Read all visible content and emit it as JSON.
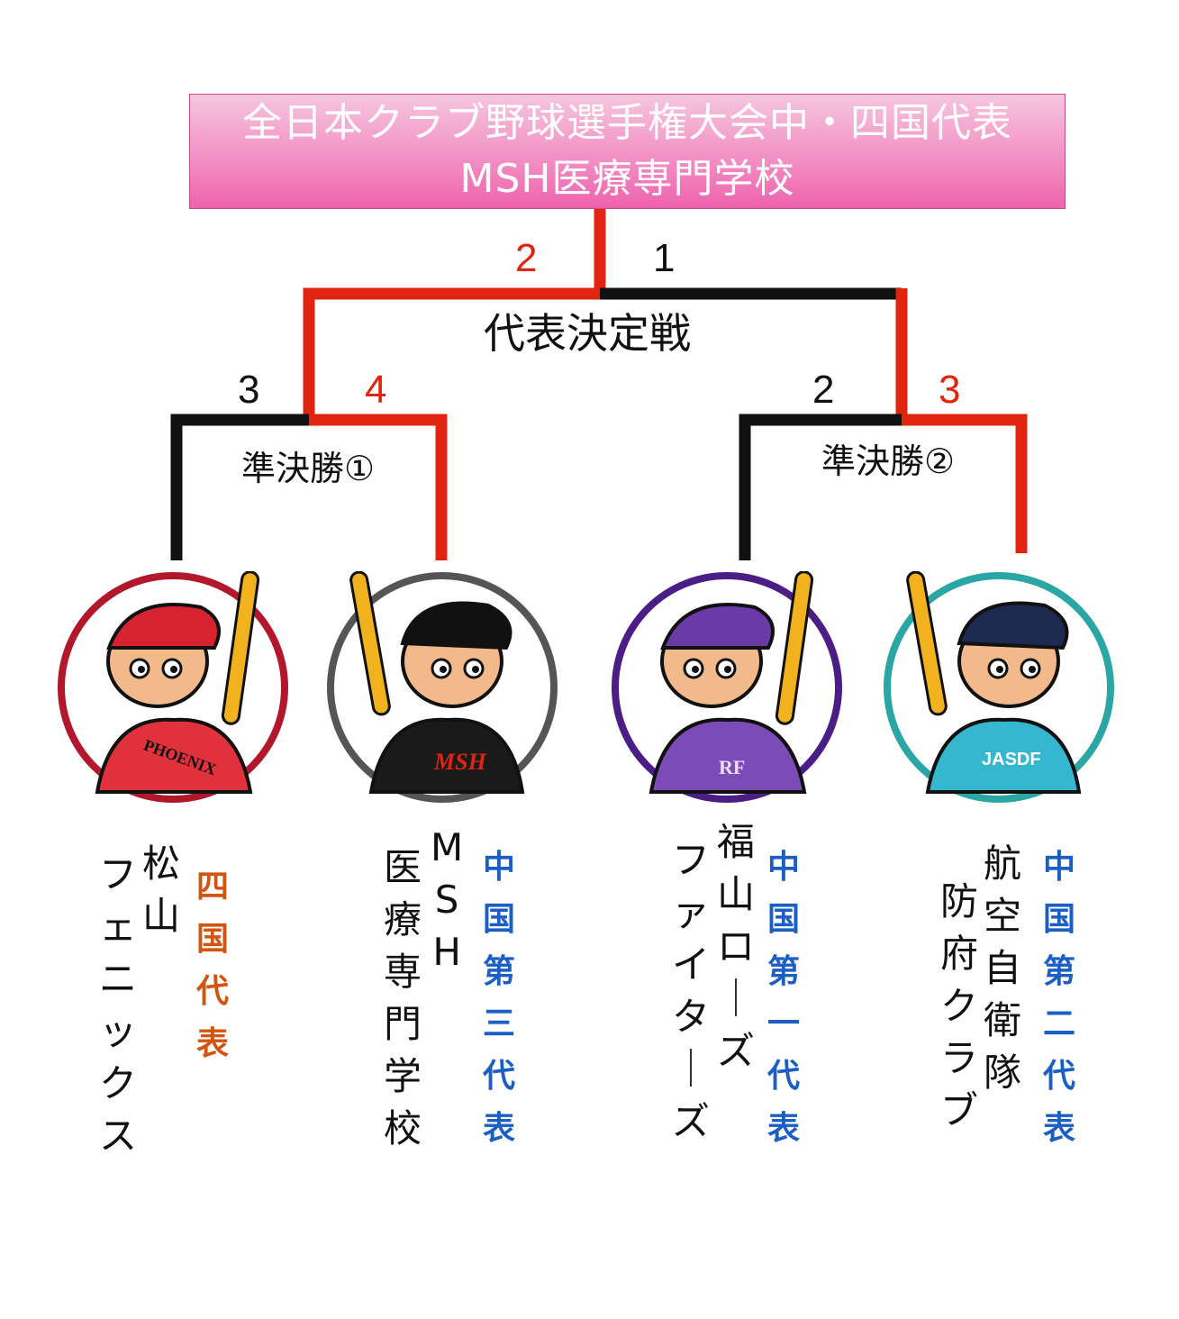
{
  "banner": {
    "line1": "全日本クラブ野球選手権大会中・四国代表",
    "line2": "MSH医療専門学校"
  },
  "rounds": {
    "final": "代表決定戦",
    "semi1": "準決勝①",
    "semi2": "準決勝②"
  },
  "scores": {
    "final_left": "2",
    "final_right": "1",
    "semi1_left": "3",
    "semi1_right": "4",
    "semi2_left": "2",
    "semi2_right": "3"
  },
  "teams": [
    {
      "name_col1": "松山",
      "name_col2": "フェニックス",
      "tag": "四国代表",
      "ring_color": "#b3172b",
      "cap": "#d8222f",
      "jersey": "#e0313c",
      "jersey_text": "PHOENIX"
    },
    {
      "name_col1": "MSH",
      "name_col2": "医療専門学校",
      "tag": "中国第三代表",
      "ring_color": "#555555",
      "cap": "#111111",
      "jersey": "#1a1a1a",
      "jersey_text": "MSH"
    },
    {
      "name_col1": "福山ローズ",
      "name_col2": "ファイターズ",
      "tag": "中国第一代表",
      "ring_color": "#4a1e86",
      "cap": "#6a3aa8",
      "jersey": "#7b4bb8",
      "jersey_text": "RF"
    },
    {
      "name_col1": "航空自衛隊",
      "name_col2": "防府クラブ",
      "tag": "中国第二代表",
      "ring_color": "#2aa6a4",
      "cap": "#1c2a4f",
      "jersey": "#35b7d0",
      "jersey_text": "JASDF"
    }
  ],
  "colors": {
    "winner_line": "#e0240f",
    "loser_line": "#111111",
    "banner_top": "#f6c6df",
    "banner_bottom": "#ee62ad",
    "shikoku_tag": "#d2550f",
    "chugoku_tag": "#1b5fc4"
  }
}
